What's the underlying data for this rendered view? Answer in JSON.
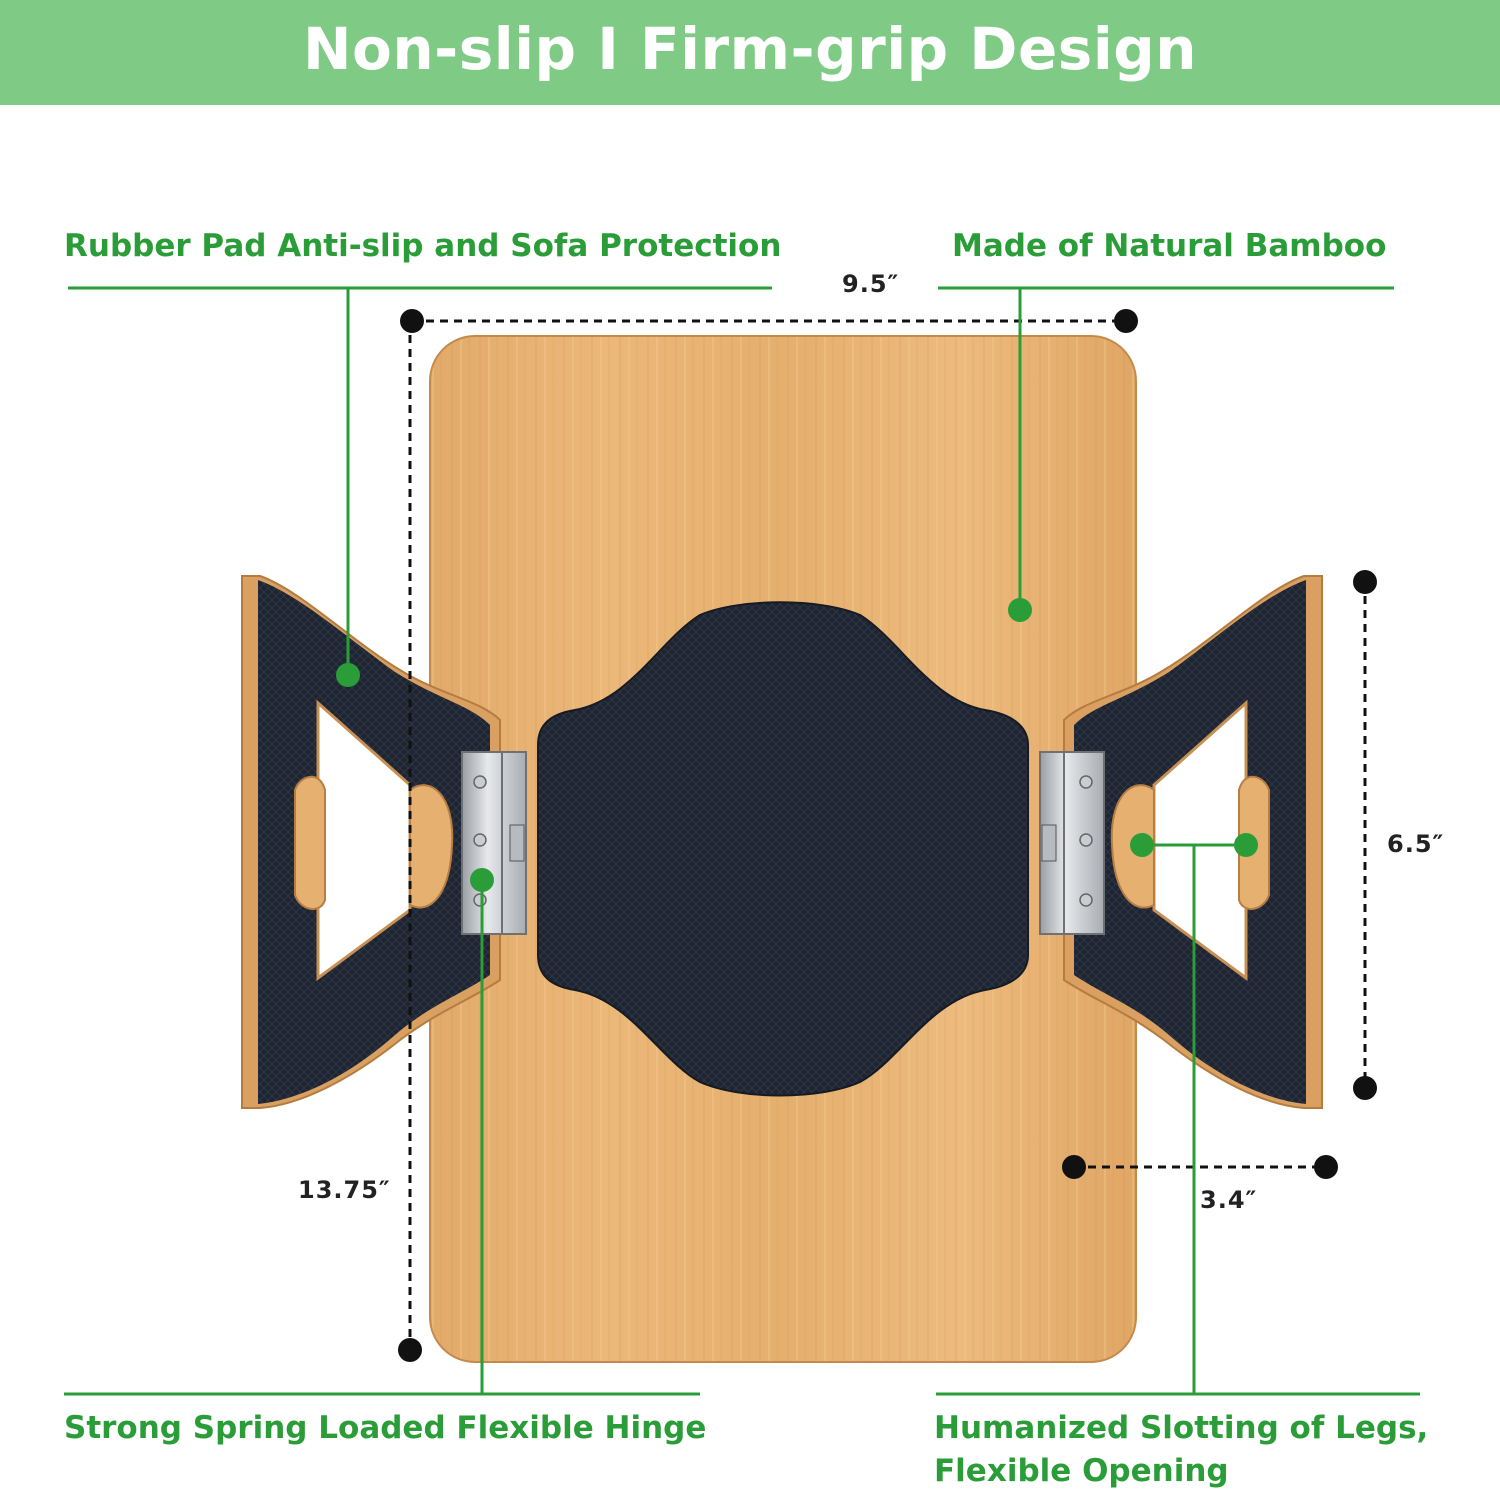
{
  "banner": {
    "title": "Non-slip I Firm-grip Design",
    "color": "#7fcb86"
  },
  "callouts": {
    "rubber_pad": "Rubber Pad Anti-slip and Sofa Protection",
    "bamboo": "Made of Natural Bamboo",
    "hinge": "Strong Spring Loaded Flexible Hinge",
    "slotting_line1": "Humanized Slotting of Legs,",
    "slotting_line2": "Flexible Opening"
  },
  "dimensions": {
    "width": "9.5″",
    "length": "13.75″",
    "leg_height": "6.5″",
    "leg_width": "3.4″"
  },
  "colors": {
    "accent_green": "#2a9d38",
    "bamboo": "#e6b070",
    "rubber": "#1e2430",
    "dimension": "#111111"
  }
}
